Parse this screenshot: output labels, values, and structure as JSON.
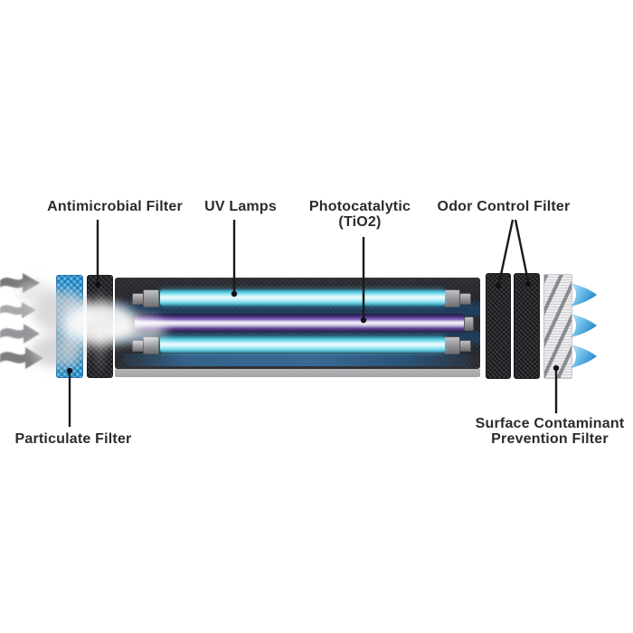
{
  "diagram": {
    "labels": {
      "antimicrobial_filter": "Antimicrobial Filter",
      "uv_lamps": "UV Lamps",
      "photocatalytic_line1": "Photocatalytic",
      "photocatalytic_line2": "(TiO2)",
      "odor_control_filter": "Odor Control Filter",
      "particulate_filter": "Particulate Filter",
      "surface_filter_line1": "Surface Contaminant",
      "surface_filter_line2": "Prevention Filter"
    }
  },
  "colors": {
    "label_text": "#2b2b2b",
    "callout_line": "#1a1a1a",
    "chamber_navy": "#1c3a58",
    "chamber_base_gray": "#a2a2a5",
    "uv_bright": "#9fe9f4",
    "uv_core": "#eefcff",
    "tio2_core": "#f5f4f8",
    "tio2_purple": "#4a3280",
    "cap_gray": "#8e8e92",
    "particulate_blue": "#2e9ad6",
    "filter_dark": "#26262a",
    "surface_light": "#ededef",
    "air_out_light": "#c5e8f8",
    "air_out_deep": "#1d7fc4",
    "smoke_gray": "#8a8a8c"
  }
}
